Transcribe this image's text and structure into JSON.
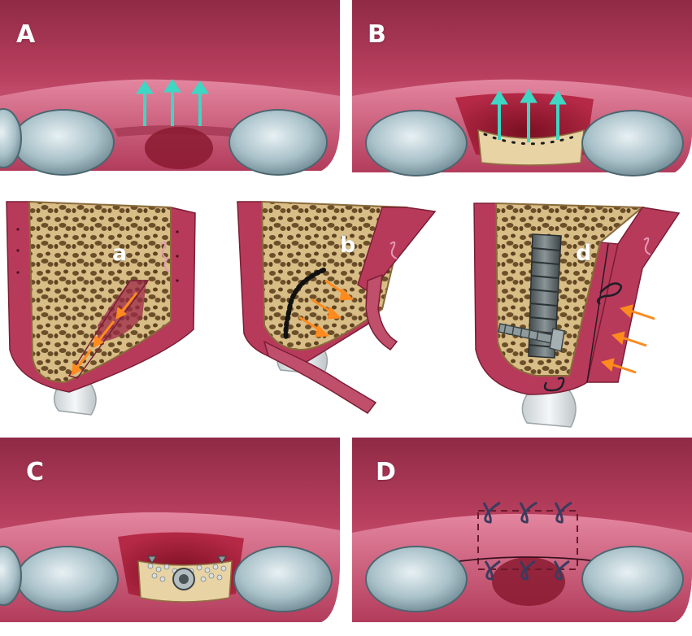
{
  "panels": {
    "A": "A",
    "B": "B",
    "C": "C",
    "D": "D"
  },
  "sections": {
    "a": "a",
    "b": "b",
    "d": "d"
  },
  "colors": {
    "gingiva": "#c8516f",
    "gingiva_dark": "#8e2a45",
    "mucosa_red": "#a02038",
    "bone": "#e6cf9c",
    "tooth": "#b9cfd6",
    "arrow_teal": "#3fd6c4",
    "arrow_orange": "#ff8a1e",
    "suture": "#3b3b5e"
  },
  "icons": [
    "teal-arrow-icon",
    "orange-arrow-icon",
    "suture-knot-icon",
    "screw-icon",
    "implant-icon"
  ]
}
